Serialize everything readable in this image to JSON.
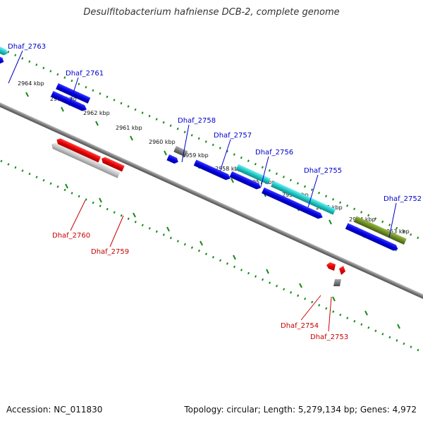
{
  "title": "Desulfitobacterium hafniense DCB-2, complete genome",
  "footer": {
    "accession": "Accession: NC_011830",
    "summary": "Topology: circular; Length: 5,279,134 bp; Genes: 4,972"
  },
  "colors": {
    "forward_label": "#0000c8",
    "reverse_label": "#c80000",
    "backbone": "#808080",
    "ruler": "#1a8a1a",
    "cds_forward": "#0000e6",
    "cds_reverse": "#e60000",
    "cds_cyan": "#20c8c8",
    "cds_green": "#30c030",
    "cds_olive": "#6b8e23",
    "cds_gray": "#808080",
    "cds_lightgray": "#c0c0c0"
  },
  "scale_labels": [
    "2964 kbp",
    "2963 kbp",
    "2962 kbp",
    "2961 kbp",
    "2960 kbp",
    "2959 kbp",
    "2958 kbp",
    "2957 kbp",
    "2956 kbp",
    "2955 kbp",
    "2954 kbp",
    "2953 kbp"
  ],
  "gene_labels_forward": [
    "Dhaf_2763",
    "Dhaf_2761",
    "Dhaf_2758",
    "Dhaf_2757",
    "Dhaf_2756",
    "Dhaf_2755",
    "Dhaf_2752"
  ],
  "gene_labels_reverse": [
    "Dhaf_2760",
    "Dhaf_2759",
    "Dhaf_2754",
    "Dhaf_2753"
  ]
}
